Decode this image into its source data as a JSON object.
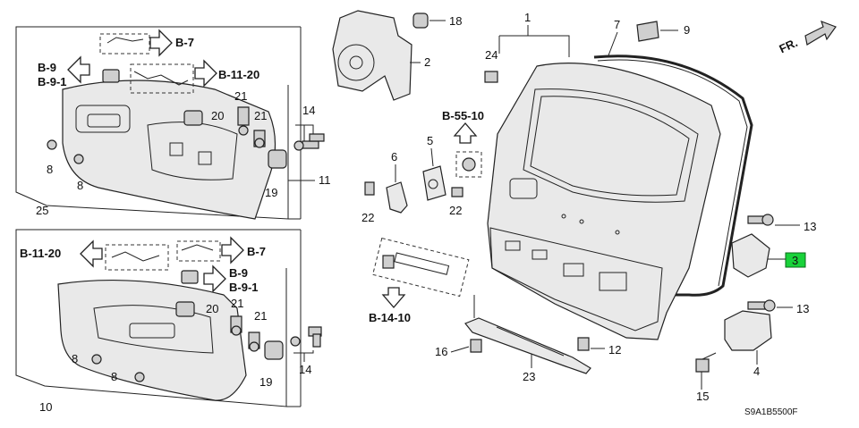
{
  "callouts": {
    "c1": "1",
    "c2": "2",
    "c3": "3",
    "c4": "4",
    "c5": "5",
    "c6": "6",
    "c7": "7",
    "c8a": "8",
    "c8b": "8",
    "c8c": "8",
    "c8d": "8",
    "c9": "9",
    "c10": "10",
    "c11": "11",
    "c12": "12",
    "c13a": "13",
    "c13b": "13",
    "c14a": "14",
    "c14b": "14",
    "c15": "15",
    "c16": "16",
    "c18": "18",
    "c19a": "19",
    "c19b": "19",
    "c20a": "20",
    "c20b": "20",
    "c21a": "21",
    "c21b": "21",
    "c21c": "21",
    "c21d": "21",
    "c22a": "22",
    "c22b": "22",
    "c23": "23",
    "c24": "24",
    "c25": "25"
  },
  "references": {
    "top_b7": "B-7",
    "top_b9": "B-9",
    "top_b91": "B-9-1",
    "top_b1120": "B-11-20",
    "bot_b1120": "B-11-20",
    "bot_b7": "B-7",
    "bot_b9": "B-9",
    "bot_b91": "B-9-1",
    "b5510": "B-55-10",
    "b1410": "B-14-10"
  },
  "front_indicator": "FR.",
  "diagram_code": "S9A1B5500F",
  "highlight_color": "#19d23a"
}
